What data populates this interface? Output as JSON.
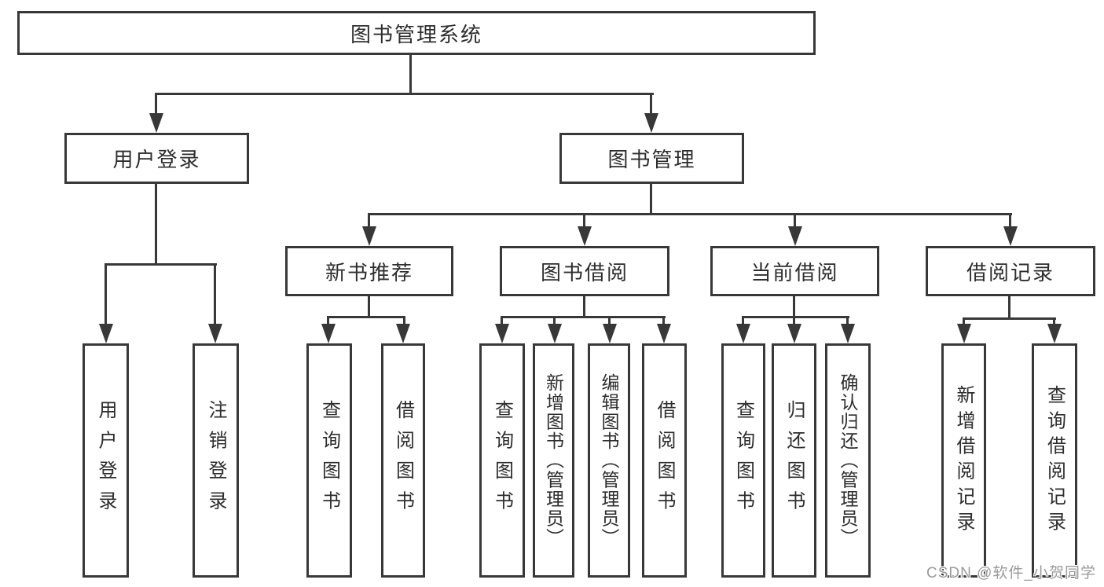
{
  "root": {
    "label": "图书管理系统"
  },
  "branches": {
    "user_login": {
      "label": "用户登录",
      "children": [
        "用户登录",
        "注销登录"
      ]
    },
    "book_mgmt": {
      "label": "图书管理"
    }
  },
  "book_mgmt_sections": {
    "new_books": {
      "label": "新书推荐",
      "children": [
        "查询图书",
        "借阅图书"
      ]
    },
    "book_borrow": {
      "label": "图书借阅",
      "children": [
        "查询图书",
        "新增图书（管理员）",
        "编辑图书（管理员）",
        "借阅图书"
      ]
    },
    "current_borrow": {
      "label": "当前借阅",
      "children": [
        "查询图书",
        "归还图书",
        "确认归还（管理员）"
      ]
    },
    "borrow_records": {
      "label": "借阅记录",
      "children": [
        "新增借阅记录",
        "查询借阅记录"
      ]
    }
  },
  "watermark": "CSDN @软件_小贺同学",
  "colors": {
    "line": "#383838",
    "text": "#2d2d2d",
    "watermark_gray": "#9a9a9a",
    "background": "#ffffff"
  }
}
